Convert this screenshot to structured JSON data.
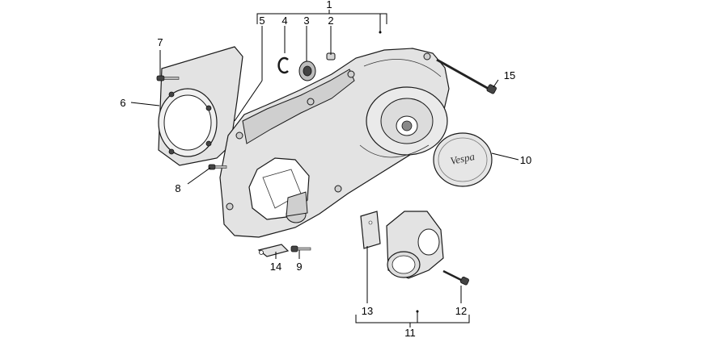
{
  "labels": {
    "l1": "1",
    "l2": "2",
    "l3": "3",
    "l4": "4",
    "l5": "5",
    "l6": "6",
    "l7": "7",
    "l8": "8",
    "l9": "9",
    "l10": "10",
    "l11": "11",
    "l12": "12",
    "l13": "13",
    "l14": "14",
    "l15": "15"
  },
  "logo_text": "Vespa"
}
